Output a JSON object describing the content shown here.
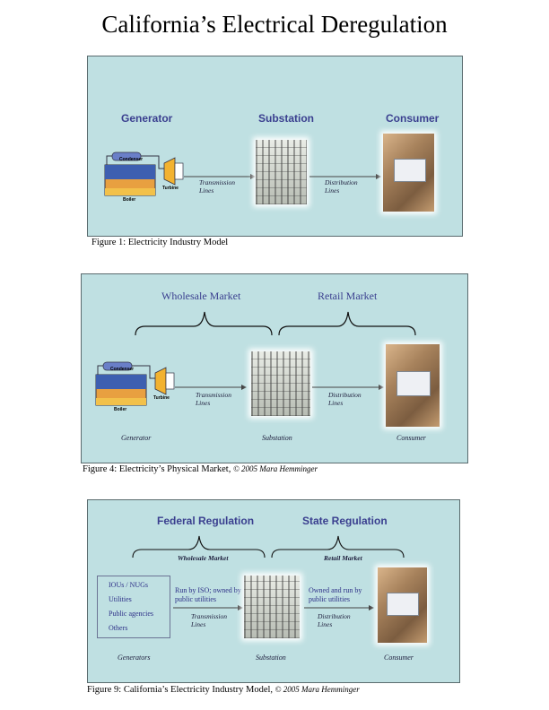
{
  "title": "California’s Electrical Deregulation",
  "figure1": {
    "headers": {
      "generator": "Generator",
      "substation": "Substation",
      "consumer": "Consumer"
    },
    "boiler_labels": {
      "condenser": "Condenser",
      "turbine": "Turbine",
      "boiler": "Boiler"
    },
    "transmission": "Transmission Lines",
    "distribution": "Distribution Lines",
    "caption": "Figure 1: Electricity Industry Model"
  },
  "figure4": {
    "headers": {
      "wholesale": "Wholesale Market",
      "retail": "Retail Market"
    },
    "boiler_labels": {
      "condenser": "Condenser",
      "turbine": "Turbine",
      "boiler": "Boiler"
    },
    "transmission": "Transmission Lines",
    "distribution": "Distribution Lines",
    "bottom": {
      "generator": "Generator",
      "substation": "Substation",
      "consumer": "Consumer"
    },
    "caption": "Figure 4: Electricity’s Physical Market,",
    "copyright": "© 2005 Mara Hemminger"
  },
  "figure9": {
    "headers": {
      "federal": "Federal Regulation",
      "state": "State Regulation"
    },
    "sub_headers": {
      "wholesale": "Wholesale Market",
      "retail": "Retail Market"
    },
    "generators_list": [
      "IOUs / NUGs",
      "Utilities",
      "Public agencies",
      "Others"
    ],
    "iso_note": "Run by ISO; owned by public utilities",
    "public_note": "Owned and run by public utilities",
    "transmission": "Transmission Lines",
    "distribution": "Distribution Lines",
    "bottom": {
      "generators": "Generators",
      "substation": "Substation",
      "consumer": "Consumer"
    },
    "caption": "Figure 9: California’s Electricity Industry Model,",
    "copyright": "© 2005 Mara Hemminger"
  }
}
